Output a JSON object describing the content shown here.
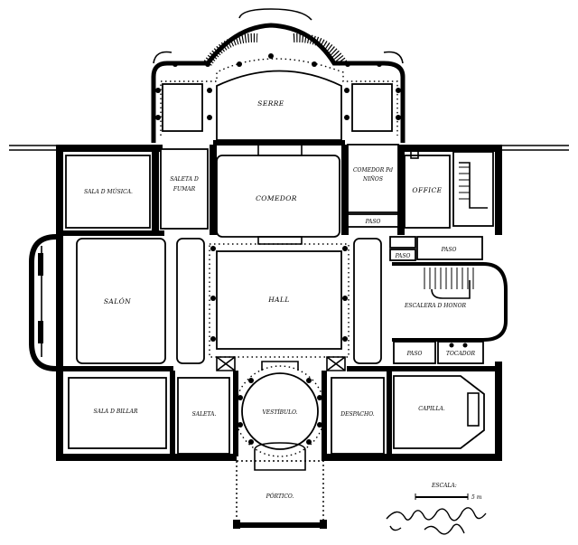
{
  "rooms": {
    "serre": "SERRE",
    "sala_musica": "SALA D MÚSICA.",
    "saleta_fumar_1": "SALETA D",
    "saleta_fumar_2": "FUMAR",
    "comedor": "COMEDOR",
    "comedor_ninos_1": "COMEDOR Pd",
    "comedor_ninos_2": "NIÑOS",
    "office": "OFFICE",
    "paso_1": "PASO",
    "paso_2": "PASO",
    "paso_3": "PASO",
    "paso_4": "PASO",
    "salon": "SALÓN",
    "hall": "HALL",
    "escalera": "ESCALERA D HONOR",
    "tocador": "TOCADOR",
    "sala_billar": "SALA D BILLAR",
    "saleta": "SALETA.",
    "vestibulo": "VESTÍBULO.",
    "despacho": "DESPACHO.",
    "capilla": "CAPILLA.",
    "portico": "PÓRTICO."
  },
  "scale": {
    "label": "ESCALA:",
    "unit": "5 m"
  }
}
